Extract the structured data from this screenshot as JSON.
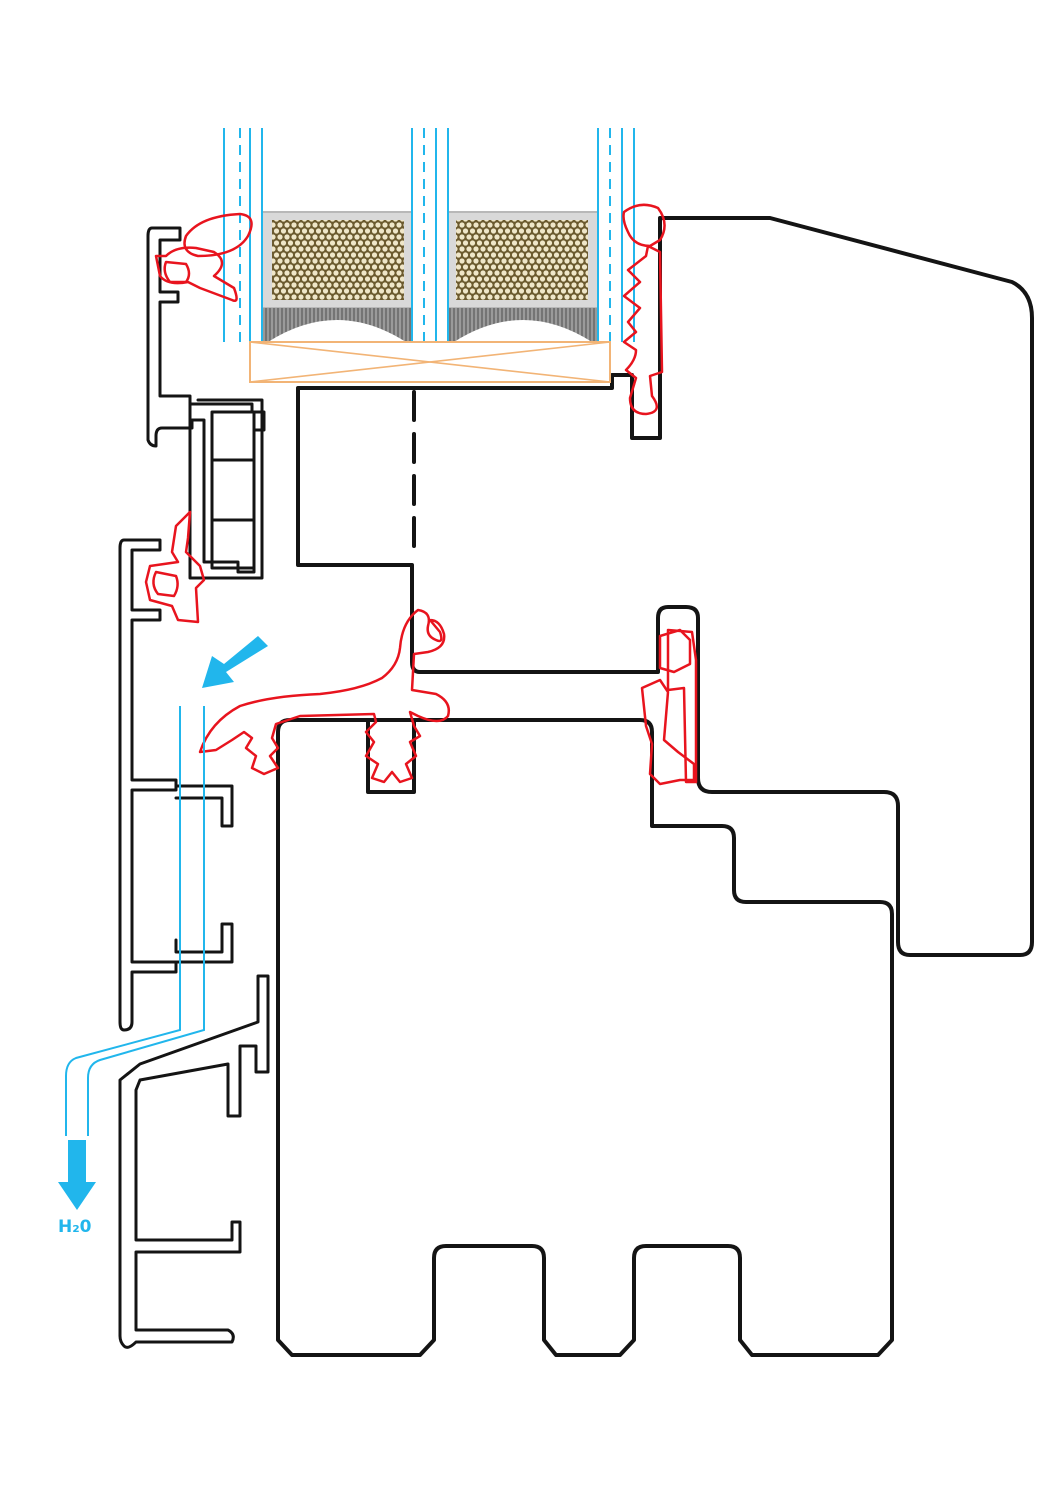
{
  "colors": {
    "frame": "#141414",
    "seal": "#e8141e",
    "glass": "#21b6ec",
    "water": "#21b6ec",
    "spacer_fill": "#d9d9d9",
    "desiccant": "#6b5a2e",
    "setting_block": "#f2b476"
  },
  "icons": {
    "airflow_arrow": "arrow-down-left",
    "drain_arrow": "arrow-down"
  },
  "labels": {
    "drain": "H₂0"
  }
}
